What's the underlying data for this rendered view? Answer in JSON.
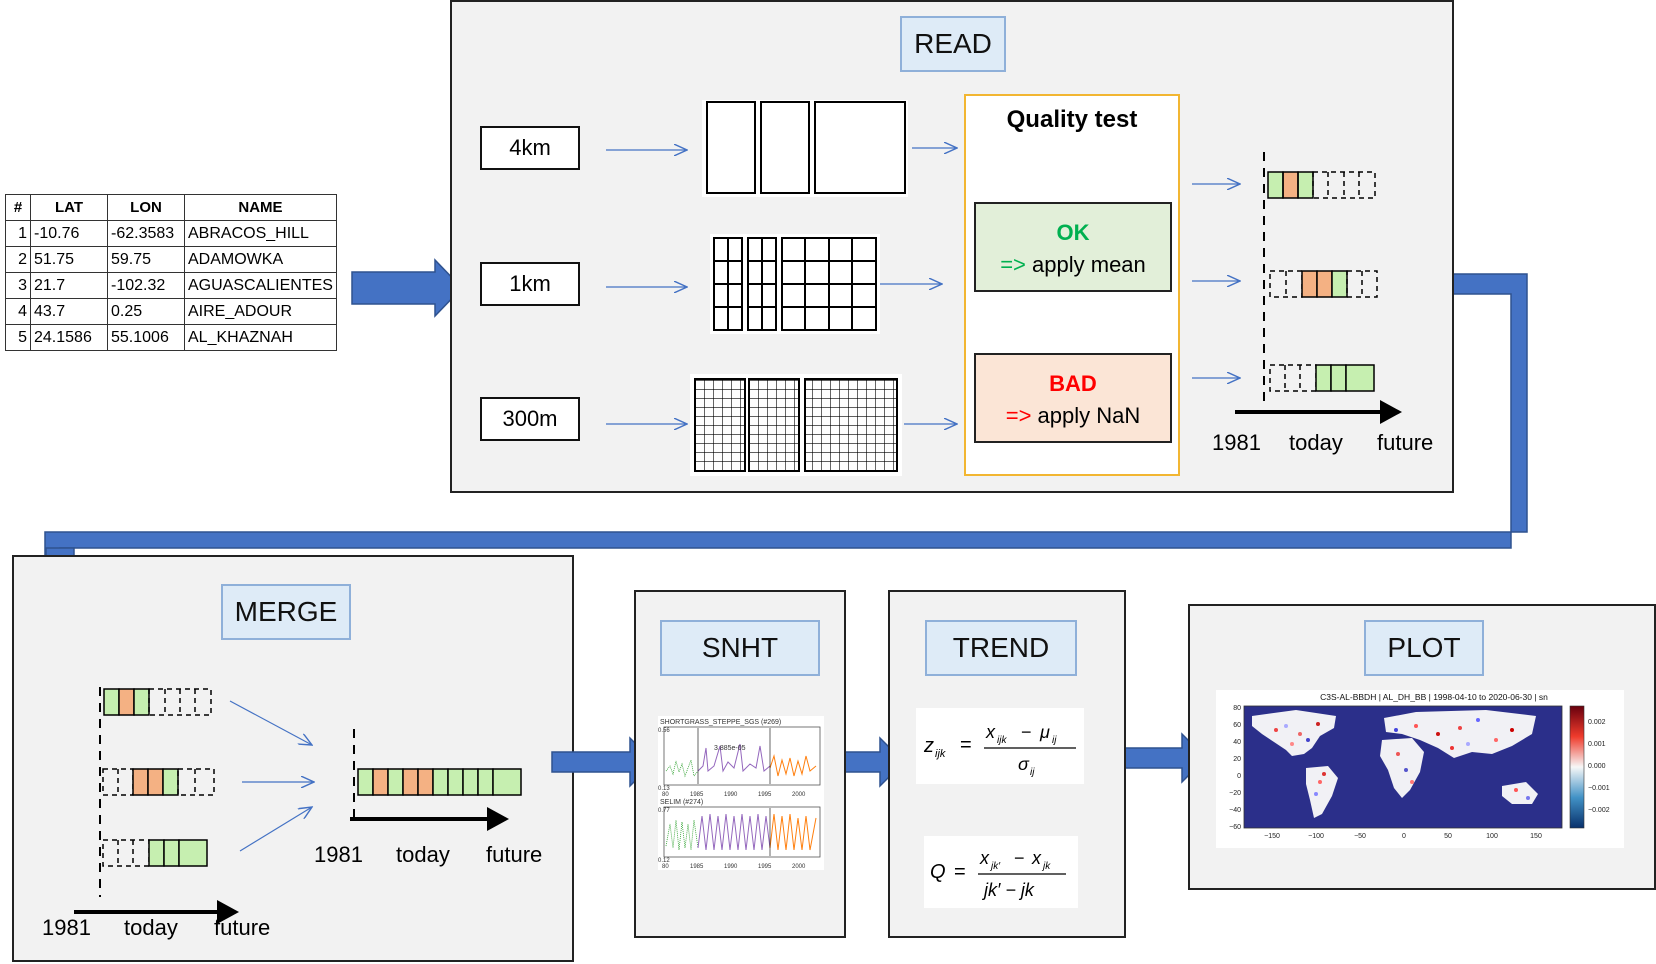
{
  "table": {
    "headers": [
      "#",
      "LAT",
      "LON",
      "NAME"
    ],
    "rows": [
      [
        "1",
        "-10.76",
        "-62.3583",
        "ABRACOS_HILL"
      ],
      [
        "2",
        "51.75",
        "59.75",
        "ADAMOWKA"
      ],
      [
        "3",
        "21.7",
        "-102.32",
        "AGUASCALIENTES"
      ],
      [
        "4",
        "43.7",
        "0.25",
        "AIRE_ADOUR"
      ],
      [
        "5",
        "24.1586",
        "55.1006",
        "AL_KHAZNAH"
      ]
    ]
  },
  "read": {
    "title": "READ",
    "resolutions": [
      "4km",
      "1km",
      "300m"
    ],
    "quality": {
      "title": "Quality test",
      "ok_label": "OK",
      "ok_arrow": "=>",
      "ok_action": "apply mean",
      "bad_label": "BAD",
      "bad_arrow": "=>",
      "bad_action": "apply NaN"
    },
    "timeline": {
      "start": "1981",
      "mid": "today",
      "end": "future"
    }
  },
  "merge": {
    "title": "MERGE",
    "timeline_in": {
      "start": "1981",
      "mid": "today",
      "end": "future"
    },
    "timeline_out": {
      "start": "1981",
      "mid": "today",
      "end": "future"
    }
  },
  "snht": {
    "title": "SNHT",
    "plot1": {
      "title": "SHORTGRASS_STEPPE_SGS (#269)",
      "ymax": "0.56",
      "ymin": "0.13",
      "annotation": "3.885e-05"
    },
    "plot2": {
      "title": "SELIM (#274)",
      "ymax": "0.77",
      "ymin": "0.12"
    },
    "xticks": [
      "80",
      "1985",
      "1990",
      "1995",
      "2000"
    ]
  },
  "trend": {
    "title": "TREND",
    "eq1_lhs": "z",
    "eq1_lhs_sub": "ijk",
    "eq1_num_a": "x",
    "eq1_num_a_sub": "ijk",
    "eq1_minus": "−",
    "eq1_num_b": "μ",
    "eq1_num_b_sub": "ij",
    "eq1_den": "σ",
    "eq1_den_sub": "ij",
    "eq2_lhs": "Q",
    "eq2_num": "x",
    "eq2_num_sub_a": "jk′",
    "eq2_num_sub_b": "jk",
    "eq2_den": "jk′ − jk",
    "equals": "="
  },
  "plot": {
    "title": "PLOT",
    "map_title": "C3S-AL-BBDH | AL_DH_BB | 1998-04-10 to 2020-06-30 | sn",
    "yticks": [
      "80",
      "60",
      "40",
      "20",
      "0",
      "−20",
      "−40",
      "−60"
    ],
    "xticks": [
      "−150",
      "−100",
      "−50",
      "0",
      "50",
      "100",
      "150"
    ],
    "cbar_ticks": [
      "0.002",
      "0.001",
      "0.000",
      "−0.001",
      "−0.002"
    ]
  },
  "colors": {
    "panel_bg": "#f2f2f2",
    "title_bg": "#deebf7",
    "arrow_blue": "#4472c4",
    "ok_green": "#00b050",
    "bad_red": "#ff0000",
    "good_fill": "#c6efb0",
    "bad_fill": "#f4b183",
    "quality_border": "#f2b632"
  }
}
